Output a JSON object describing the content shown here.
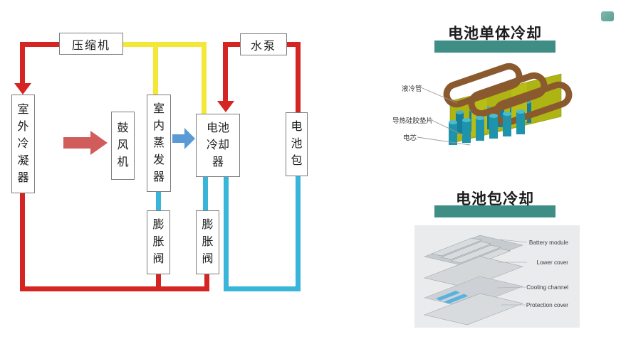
{
  "flow_diagram": {
    "compressor": "压缩机",
    "pump": "水泵",
    "condenser": "室外冷凝器",
    "blower": "鼓风机",
    "evaporator": "室内蒸发器",
    "chiller": "电池冷却器",
    "battery_pack": "电池包",
    "expansion_valve": "膨胀阀",
    "colors": {
      "hot_refrigerant_line": "#d42522",
      "gas_refrigerant_line": "#f3e838",
      "coolant_line": "#3ab5da",
      "hot_air_arrow": "#d05c5c",
      "cold_air_arrow": "#5b9bd5"
    }
  },
  "cell_cooling": {
    "title": "电池单体冷却",
    "label_tube": "液冷管",
    "label_pad": "导热硅胶垫片",
    "label_cell": "电芯",
    "accent_color": "#3f8e85"
  },
  "pack_cooling": {
    "title": "电池包冷却",
    "label_module": "Battery module",
    "label_lower_cover": "Lower cover",
    "label_channel": "Cooling channel",
    "label_protection": "Protection cover",
    "accent_color": "#3f8e85"
  }
}
